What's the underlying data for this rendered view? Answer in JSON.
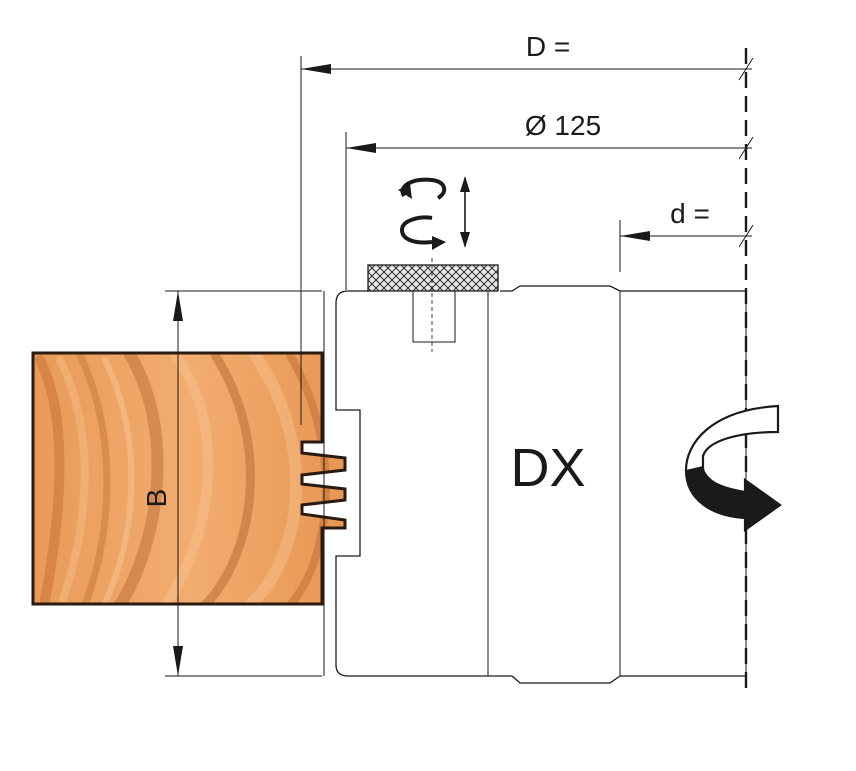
{
  "labels": {
    "overall_diameter": "D =",
    "cutter_diameter": "Ø 125",
    "bore": "d =",
    "height": "B",
    "rotation": "DX"
  },
  "colors": {
    "line": "#1a1a1a",
    "wood_light": "#f0a868",
    "wood_mid": "#dd8a48",
    "wood_dark": "#b8652f",
    "wood_outline": "#2a1a10",
    "arrow_fill": "#1a1a1a"
  }
}
